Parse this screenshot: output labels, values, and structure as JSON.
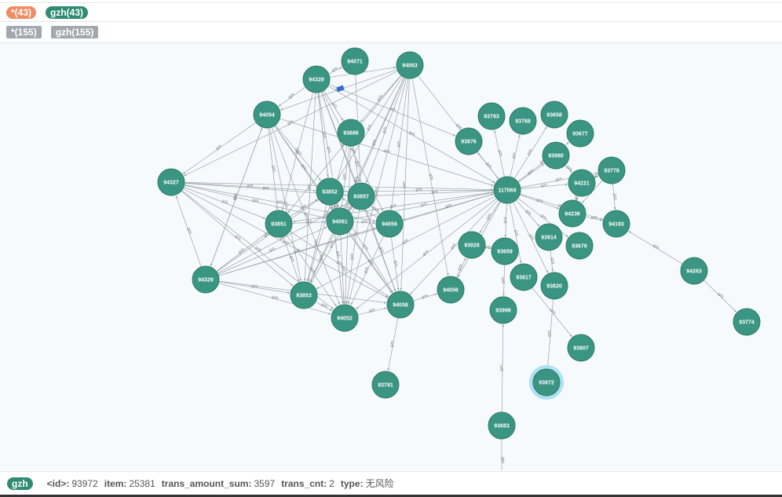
{
  "legend": {
    "row1": [
      {
        "label": "*(43)",
        "color": "#f08c62"
      },
      {
        "label": "gzh(43)",
        "color": "#2f8c72"
      }
    ],
    "row2": [
      {
        "label": "*(155)",
        "color": "#a2a8ad"
      },
      {
        "label": "gzh(155)",
        "color": "#a2a8ad"
      }
    ]
  },
  "colors": {
    "node_fill": "#3a9682",
    "node_stroke": "#2e7a69",
    "edge": "#9aa3ab",
    "selected_halo": "#aee1f3",
    "canvas_bg": "#f6fafd"
  },
  "graph": {
    "edge_label": "gzh",
    "selected": "93972",
    "nodes": [
      "94071",
      "94063",
      "94328",
      "94054",
      "93686",
      "93793",
      "93768",
      "93658",
      "93677",
      "93876",
      "93980",
      "93778",
      "94327",
      "94221",
      "93852",
      "93857",
      "117069",
      "94236",
      "94193",
      "93851",
      "94061",
      "94059",
      "93914",
      "93926",
      "93676",
      "93659",
      "94263",
      "94329",
      "93817",
      "93820",
      "93853",
      "94056",
      "94058",
      "94052",
      "93998",
      "93774",
      "93907",
      "93791",
      "93972",
      "93683"
    ],
    "edges": [
      [
        "94328",
        "94071"
      ],
      [
        "94328",
        "94063"
      ],
      [
        "94328",
        "94054"
      ],
      [
        "94328",
        "93686"
      ],
      [
        "94328",
        "93852"
      ],
      [
        "94328",
        "93857"
      ],
      [
        "94328",
        "93851"
      ],
      [
        "94328",
        "94061"
      ],
      [
        "94328",
        "94059"
      ],
      [
        "94328",
        "93853"
      ],
      [
        "94328",
        "94052"
      ],
      [
        "94328",
        "94058"
      ],
      [
        "94328",
        "117069"
      ],
      [
        "94328",
        "93876"
      ],
      [
        "94063",
        "94054"
      ],
      [
        "94063",
        "93686"
      ],
      [
        "94063",
        "93852"
      ],
      [
        "94063",
        "93857"
      ],
      [
        "94063",
        "93851"
      ],
      [
        "94063",
        "94061"
      ],
      [
        "94063",
        "94059"
      ],
      [
        "94063",
        "93853"
      ],
      [
        "94063",
        "94052"
      ],
      [
        "94063",
        "94058"
      ],
      [
        "94063",
        "94056"
      ],
      [
        "94063",
        "117069"
      ],
      [
        "94063",
        "94327"
      ],
      [
        "94071",
        "93857"
      ],
      [
        "94054",
        "94327"
      ],
      [
        "94054",
        "93851"
      ],
      [
        "94054",
        "94061"
      ],
      [
        "94054",
        "93852"
      ],
      [
        "94054",
        "93853"
      ],
      [
        "94054",
        "94052"
      ],
      [
        "94054",
        "94058"
      ],
      [
        "94054",
        "117069"
      ],
      [
        "94054",
        "94329"
      ],
      [
        "93686",
        "93857"
      ],
      [
        "93686",
        "94061"
      ],
      [
        "93686",
        "94052"
      ],
      [
        "93686",
        "93853"
      ],
      [
        "94327",
        "93852"
      ],
      [
        "94327",
        "93851"
      ],
      [
        "94327",
        "94061"
      ],
      [
        "94327",
        "94059"
      ],
      [
        "94327",
        "93853"
      ],
      [
        "94327",
        "94052"
      ],
      [
        "94327",
        "94058"
      ],
      [
        "94327",
        "117069"
      ],
      [
        "94327",
        "93857"
      ],
      [
        "94329",
        "94327"
      ],
      [
        "94329",
        "94054"
      ],
      [
        "94329",
        "93851"
      ],
      [
        "94329",
        "93853"
      ],
      [
        "94329",
        "94052"
      ],
      [
        "94329",
        "94061"
      ],
      [
        "94329",
        "93852"
      ],
      [
        "94329",
        "94058"
      ],
      [
        "94329",
        "93857"
      ],
      [
        "94329",
        "117069"
      ],
      [
        "94329",
        "94059"
      ],
      [
        "117069",
        "93852"
      ],
      [
        "117069",
        "93857"
      ],
      [
        "117069",
        "94061"
      ],
      [
        "117069",
        "94059"
      ],
      [
        "117069",
        "93851"
      ],
      [
        "117069",
        "93853"
      ],
      [
        "117069",
        "94052"
      ],
      [
        "117069",
        "94058"
      ],
      [
        "117069",
        "94056"
      ],
      [
        "117069",
        "93926"
      ],
      [
        "117069",
        "93659"
      ],
      [
        "117069",
        "93817"
      ],
      [
        "117069",
        "93914"
      ],
      [
        "117069",
        "93676"
      ],
      [
        "117069",
        "94236"
      ],
      [
        "117069",
        "94221"
      ],
      [
        "117069",
        "93980"
      ],
      [
        "117069",
        "93778"
      ],
      [
        "117069",
        "94193"
      ],
      [
        "117069",
        "93793"
      ],
      [
        "117069",
        "93768"
      ],
      [
        "117069",
        "93658"
      ],
      [
        "117069",
        "93677"
      ],
      [
        "117069",
        "93876"
      ],
      [
        "117069",
        "93820"
      ],
      [
        "93851",
        "94061"
      ],
      [
        "93851",
        "93853"
      ],
      [
        "93851",
        "94052"
      ],
      [
        "93851",
        "94058"
      ],
      [
        "93851",
        "93852"
      ],
      [
        "94061",
        "94059"
      ],
      [
        "94061",
        "94052"
      ],
      [
        "94061",
        "94058"
      ],
      [
        "94061",
        "93853"
      ],
      [
        "94061",
        "93857"
      ],
      [
        "94061",
        "93852"
      ],
      [
        "94059",
        "94058"
      ],
      [
        "94059",
        "94052"
      ],
      [
        "94059",
        "93852"
      ],
      [
        "94059",
        "93857"
      ],
      [
        "93852",
        "94052"
      ],
      [
        "93852",
        "94058"
      ],
      [
        "93852",
        "93853"
      ],
      [
        "93857",
        "94058"
      ],
      [
        "93857",
        "94052"
      ],
      [
        "93857",
        "93853"
      ],
      [
        "93853",
        "94052"
      ],
      [
        "94052",
        "94058"
      ],
      [
        "94058",
        "94056"
      ],
      [
        "94058",
        "93791"
      ],
      [
        "94056",
        "93926"
      ],
      [
        "93980",
        "94221"
      ],
      [
        "93778",
        "94221"
      ],
      [
        "93778",
        "94236"
      ],
      [
        "94221",
        "94236"
      ],
      [
        "94236",
        "94193"
      ],
      [
        "93778",
        "94193"
      ],
      [
        "93659",
        "93998"
      ],
      [
        "93817",
        "93907"
      ],
      [
        "93820",
        "93972"
      ],
      [
        "93914",
        "93820"
      ],
      [
        "93926",
        "93659"
      ],
      [
        "94263",
        "94193"
      ],
      [
        "94263",
        "93774"
      ],
      [
        "93683",
        "93998"
      ]
    ]
  },
  "selection": {
    "tag": "gzh",
    "fields": [
      {
        "key": "<id>:",
        "value": "93972"
      },
      {
        "key": "item:",
        "value": "25381"
      },
      {
        "key": "trans_amount_sum:",
        "value": "3597"
      },
      {
        "key": "trans_cnt:",
        "value": "2"
      },
      {
        "key": "type:",
        "value": "无风险"
      }
    ]
  }
}
